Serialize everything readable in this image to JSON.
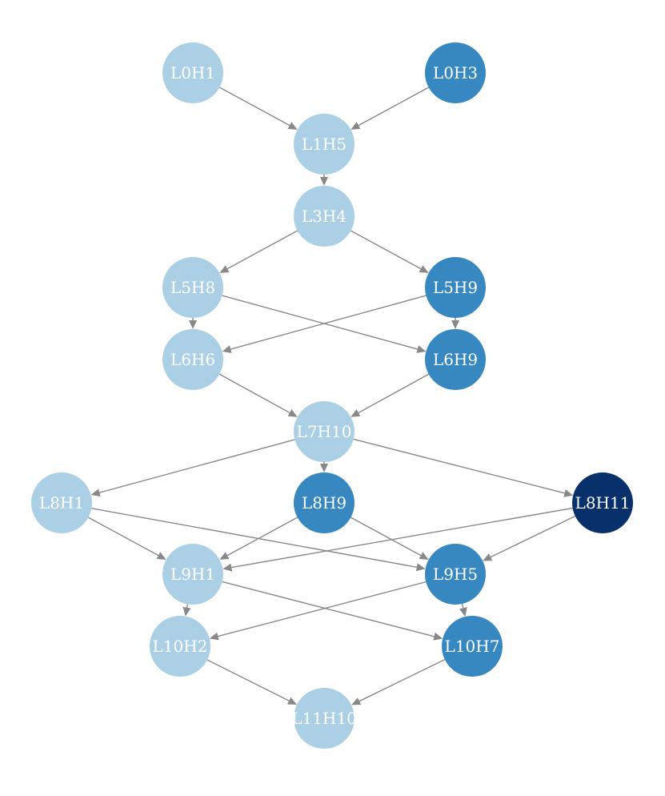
{
  "colors": {
    "light": "#abd0e6",
    "medium": "#3787c0",
    "dark": "#08306b",
    "edge": "#888888",
    "label": "#ffffff"
  },
  "nodes": [
    {
      "id": "L0H1",
      "label": "L0H1",
      "shade": "light"
    },
    {
      "id": "L0H3",
      "label": "L0H3",
      "shade": "medium"
    },
    {
      "id": "L1H5",
      "label": "L1H5",
      "shade": "light"
    },
    {
      "id": "L3H4",
      "label": "L3H4",
      "shade": "light"
    },
    {
      "id": "L5H8",
      "label": "L5H8",
      "shade": "light"
    },
    {
      "id": "L5H9",
      "label": "L5H9",
      "shade": "medium"
    },
    {
      "id": "L6H6",
      "label": "L6H6",
      "shade": "light"
    },
    {
      "id": "L6H9",
      "label": "L6H9",
      "shade": "medium"
    },
    {
      "id": "L7H10",
      "label": "L7H10",
      "shade": "light"
    },
    {
      "id": "L8H1",
      "label": "L8H1",
      "shade": "light"
    },
    {
      "id": "L8H9",
      "label": "L8H9",
      "shade": "medium"
    },
    {
      "id": "L8H11",
      "label": "L8H11",
      "shade": "dark"
    },
    {
      "id": "L9H1",
      "label": "L9H1",
      "shade": "light"
    },
    {
      "id": "L9H5",
      "label": "L9H5",
      "shade": "medium"
    },
    {
      "id": "L10H2",
      "label": "L10H2",
      "shade": "light"
    },
    {
      "id": "L10H7",
      "label": "L10H7",
      "shade": "medium"
    },
    {
      "id": "L11H10",
      "label": "L11H10",
      "shade": "light"
    }
  ],
  "edges": [
    [
      "L0H1",
      "L1H5"
    ],
    [
      "L0H3",
      "L1H5"
    ],
    [
      "L1H5",
      "L3H4"
    ],
    [
      "L3H4",
      "L5H8"
    ],
    [
      "L3H4",
      "L5H9"
    ],
    [
      "L5H8",
      "L6H6"
    ],
    [
      "L5H8",
      "L6H9"
    ],
    [
      "L5H9",
      "L6H6"
    ],
    [
      "L5H9",
      "L6H9"
    ],
    [
      "L6H6",
      "L7H10"
    ],
    [
      "L6H9",
      "L7H10"
    ],
    [
      "L7H10",
      "L8H1"
    ],
    [
      "L7H10",
      "L8H9"
    ],
    [
      "L7H10",
      "L8H11"
    ],
    [
      "L8H1",
      "L9H1"
    ],
    [
      "L8H1",
      "L9H5"
    ],
    [
      "L8H9",
      "L9H1"
    ],
    [
      "L8H9",
      "L9H5"
    ],
    [
      "L8H11",
      "L9H1"
    ],
    [
      "L8H11",
      "L9H5"
    ],
    [
      "L9H1",
      "L10H2"
    ],
    [
      "L9H1",
      "L10H7"
    ],
    [
      "L9H5",
      "L10H2"
    ],
    [
      "L9H5",
      "L10H7"
    ],
    [
      "L10H2",
      "L11H10"
    ],
    [
      "L10H7",
      "L11H10"
    ]
  ]
}
